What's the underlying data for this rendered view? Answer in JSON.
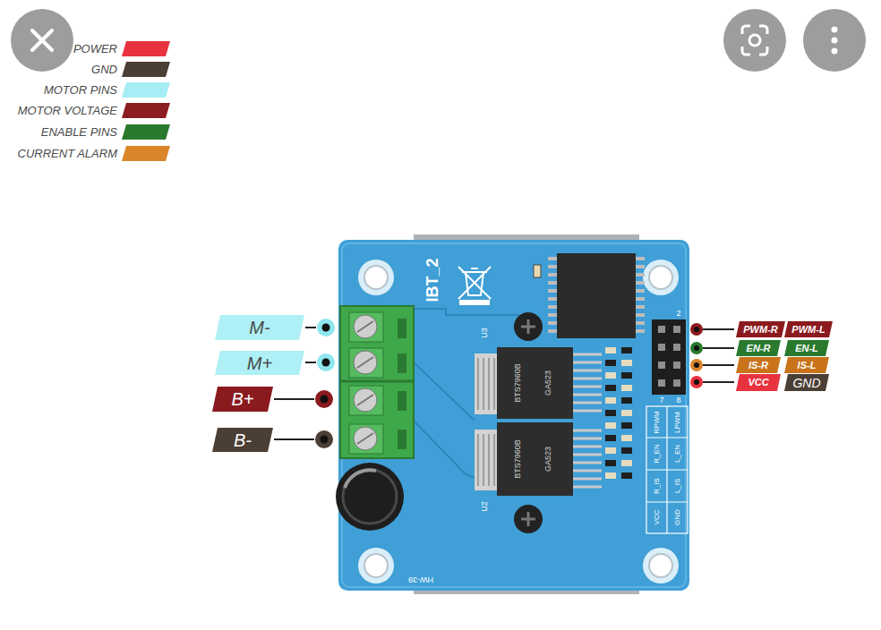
{
  "diagram": {
    "nodes": [
      {
        "text": [
          "M-"
        ]
      },
      {
        "text": [
          "M+"
        ]
      },
      {
        "text": [
          "B+"
        ]
      },
      {
        "text": [
          "B-"
        ]
      },
      {
        "text": [
          "PWM-R"
        ]
      },
      {
        "text": [
          "PWM-L"
        ]
      },
      {
        "text": [
          "EN-R"
        ]
      },
      {
        "text": [
          "EN-L"
        ]
      },
      {
        "text": [
          "IS-R"
        ]
      },
      {
        "text": [
          "IS-L"
        ]
      },
      {
        "text": [
          "VCC"
        ]
      },
      {
        "text": [
          "GND"
        ]
      }
    ],
    "labels": [
      "IBT_2",
      "U3",
      "U2",
      "BTS7960B",
      "GA523",
      "BTS7960B",
      "GA523",
      "2",
      "7",
      "8",
      "VCC",
      "R_IS",
      "R_EN",
      "RPWM",
      "GND",
      "L_IS",
      "L_EN",
      "LPWM",
      "HW-39"
    ],
    "legend": [
      {
        "text": "POWER",
        "color": "#e8333f"
      },
      {
        "text": "GND",
        "color": "#4b3e34"
      },
      {
        "text": "MOTOR PINS",
        "color": "#a6eef5"
      },
      {
        "text": "MOTOR VOLTAGE",
        "color": "#8c1c22"
      },
      {
        "text": "ENABLE PINS",
        "color": "#2a7a2e"
      },
      {
        "text": "CURRENT ALARM",
        "color": "#d9862a"
      }
    ]
  }
}
